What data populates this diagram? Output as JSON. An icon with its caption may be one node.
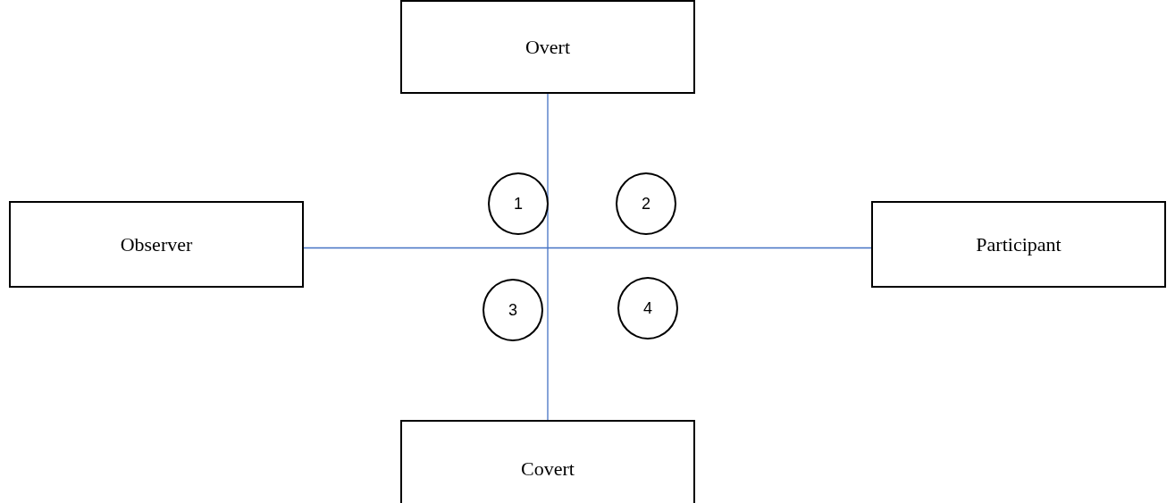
{
  "diagram": {
    "nodes": [
      {
        "text": [
          "Overt"
        ]
      },
      {
        "text": [
          "1"
        ]
      },
      {
        "text": [
          "2"
        ]
      },
      {
        "text": [
          "Observer"
        ]
      },
      {
        "text": [
          "Participant"
        ]
      },
      {
        "text": [
          "3"
        ]
      },
      {
        "text": [
          "4"
        ]
      },
      {
        "text": [
          "Covert"
        ]
      }
    ],
    "edges": [
      {
        "from": 0,
        "to": 7,
        "arrow": "none"
      },
      {
        "from": 3,
        "to": 4,
        "arrow": "none"
      }
    ]
  }
}
